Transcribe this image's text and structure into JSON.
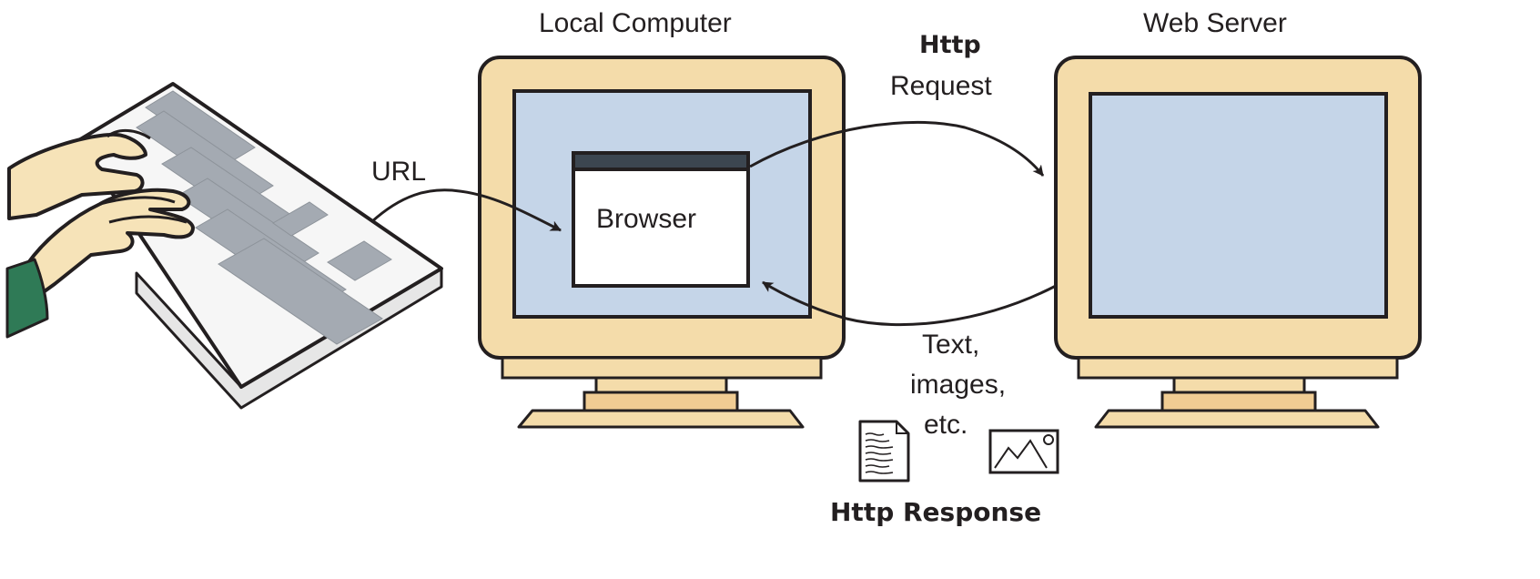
{
  "labels": {
    "local_computer": "Local Computer",
    "web_server": "Web Server",
    "url": "URL",
    "browser": "Browser",
    "http_request_line1": "Http",
    "http_request_line2": "Request",
    "response_text_line1": "Text,",
    "response_text_line2": "images,",
    "response_text_line3": "etc.",
    "http_response": "Http Response"
  },
  "icons": [
    "hands-on-keyboard-icon",
    "document-icon",
    "image-icon"
  ],
  "colors": {
    "monitor_body": "#f4dcaa",
    "monitor_base": "#f0cc93",
    "screen": "#c5d5e8",
    "keyboard_keys": "#a4aab2",
    "skin": "#f6e3b8",
    "sleeve": "#2f7a56",
    "outline": "#231f20"
  }
}
